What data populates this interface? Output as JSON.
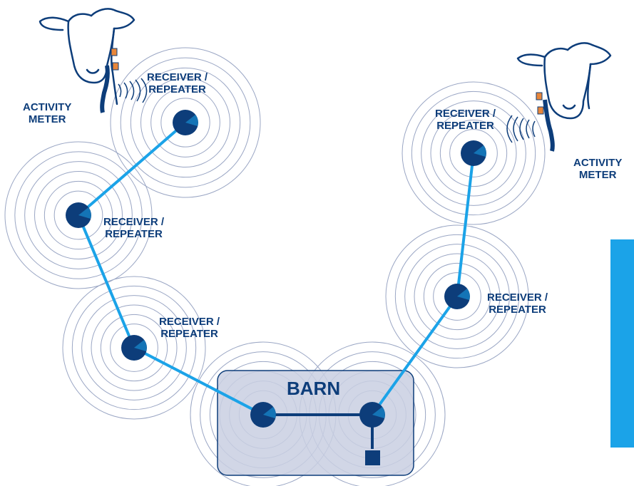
{
  "labels": {
    "receiver_1": [
      "RECEIVER /",
      "REPEATER"
    ],
    "receiver_2": [
      "RECEIVER /",
      "REPEATER"
    ],
    "receiver_3": [
      "RECEIVER /",
      "REPEATER"
    ],
    "receiver_4": [
      "RECEIVER /",
      "REPEATER"
    ],
    "receiver_5": [
      "RECEIVER /",
      "REPEATER"
    ],
    "activity_left": [
      "ACTIVITY",
      "METER"
    ],
    "activity_right": [
      "ACTIVITY",
      "METER"
    ],
    "barn": "BARN"
  },
  "colors": {
    "node": "#0d3d7a",
    "node_highlight": "#1ba3e8",
    "arrow": "#1ba3e8",
    "ring": "#9aa6c4",
    "barn_fill": "#c9cfe2",
    "barn_stroke": "#0d3d7a",
    "cow_line": "#0d3d7a",
    "tag": "#e8863a",
    "text": "#0d3d7a"
  },
  "icons": [
    "cow-head-icon",
    "activity-meter-tag-icon",
    "receiver-node-icon",
    "base-station-icon",
    "radio-wave-icon"
  ]
}
